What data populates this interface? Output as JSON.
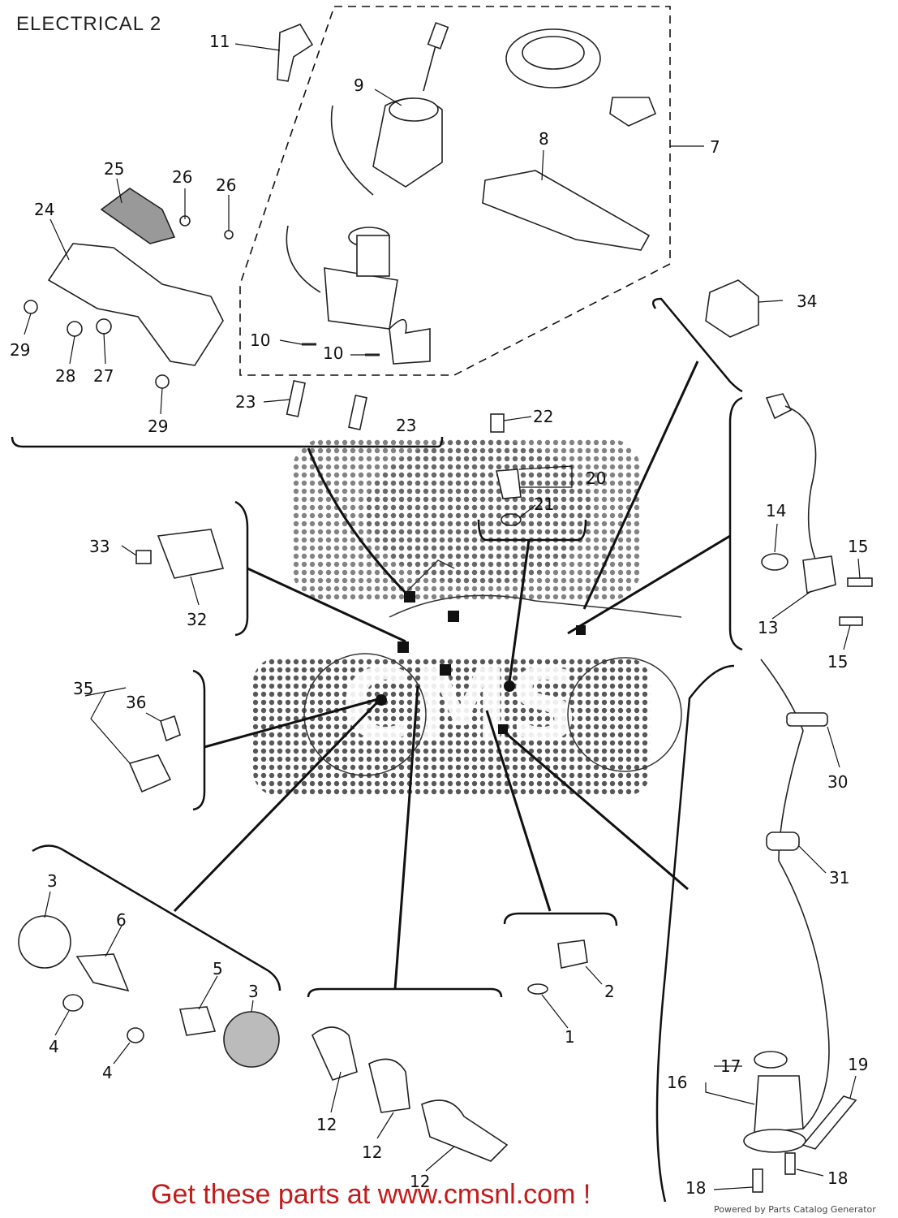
{
  "page": {
    "title": "ELECTRICAL 2"
  },
  "callouts": [
    {
      "id": "c11",
      "text": "11"
    },
    {
      "id": "c9",
      "text": "9"
    },
    {
      "id": "c8",
      "text": "8"
    },
    {
      "id": "c7",
      "text": "7"
    },
    {
      "id": "c25",
      "text": "25"
    },
    {
      "id": "c26a",
      "text": "26"
    },
    {
      "id": "c26b",
      "text": "26"
    },
    {
      "id": "c24",
      "text": "24"
    },
    {
      "id": "c29a",
      "text": "29"
    },
    {
      "id": "c28",
      "text": "28"
    },
    {
      "id": "c27",
      "text": "27"
    },
    {
      "id": "c29b",
      "text": "29"
    },
    {
      "id": "c10a",
      "text": "10"
    },
    {
      "id": "c10b",
      "text": "10"
    },
    {
      "id": "c23a",
      "text": "23"
    },
    {
      "id": "c23b",
      "text": "23"
    },
    {
      "id": "c34",
      "text": "34"
    },
    {
      "id": "c22",
      "text": "22"
    },
    {
      "id": "c20",
      "text": "20"
    },
    {
      "id": "c21",
      "text": "21"
    },
    {
      "id": "c14",
      "text": "14"
    },
    {
      "id": "c15a",
      "text": "15"
    },
    {
      "id": "c13",
      "text": "13"
    },
    {
      "id": "c15b",
      "text": "15"
    },
    {
      "id": "c33",
      "text": "33"
    },
    {
      "id": "c32",
      "text": "32"
    },
    {
      "id": "c35",
      "text": "35"
    },
    {
      "id": "c36",
      "text": "36"
    },
    {
      "id": "c30",
      "text": "30"
    },
    {
      "id": "c31",
      "text": "31"
    },
    {
      "id": "c3a",
      "text": "3"
    },
    {
      "id": "c6",
      "text": "6"
    },
    {
      "id": "c5",
      "text": "5"
    },
    {
      "id": "c3b",
      "text": "3"
    },
    {
      "id": "c4a",
      "text": "4"
    },
    {
      "id": "c4b",
      "text": "4"
    },
    {
      "id": "c2",
      "text": "2"
    },
    {
      "id": "c1",
      "text": "1"
    },
    {
      "id": "c12a",
      "text": "12"
    },
    {
      "id": "c12b",
      "text": "12"
    },
    {
      "id": "c12c",
      "text": "12"
    },
    {
      "id": "c17",
      "text": "17"
    },
    {
      "id": "c16",
      "text": "16"
    },
    {
      "id": "c19",
      "text": "19"
    },
    {
      "id": "c18a",
      "text": "18"
    },
    {
      "id": "c18b",
      "text": "18"
    }
  ],
  "watermark": {
    "text": "CMS"
  },
  "footer": {
    "cta": "Get these parts at www.cmsnl.com !",
    "powered": "Powered by Parts Catalog Generator"
  }
}
